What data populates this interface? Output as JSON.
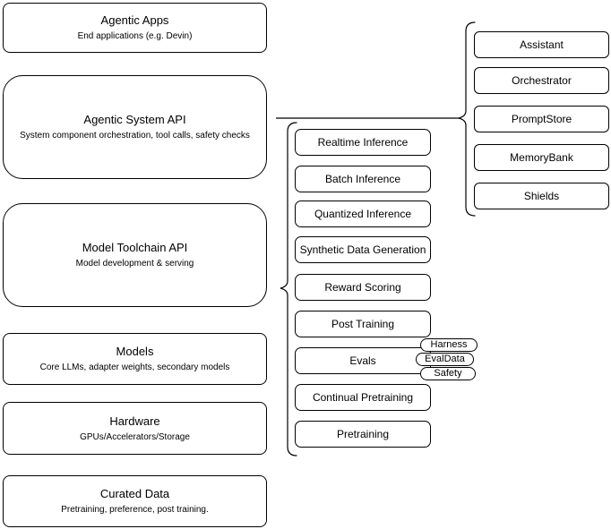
{
  "diagram": {
    "left_stack": [
      {
        "title": "Agentic Apps",
        "subtitle": "End applications (e.g. Devin)"
      },
      {
        "title": "Agentic System API",
        "subtitle": "System component orchestration, tool calls, safety checks"
      },
      {
        "title": "Model Toolchain API",
        "subtitle": "Model development & serving"
      },
      {
        "title": "Models",
        "subtitle": "Core LLMs, adapter weights, secondary models"
      },
      {
        "title": "Hardware",
        "subtitle": "GPUs/Accelerators/Storage"
      },
      {
        "title": "Curated Data",
        "subtitle": "Pretraining, preference, post training."
      }
    ],
    "toolchain_items": [
      "Realtime Inference",
      "Batch Inference",
      "Quantized Inference",
      "Synthetic Data Generation",
      "Reward Scoring",
      "Post Training",
      "Evals",
      "Continual Pretraining",
      "Pretraining"
    ],
    "evals_tags": [
      "Harness",
      "EvalData",
      "Safety"
    ],
    "system_components": [
      "Assistant",
      "Orchestrator",
      "PromptStore",
      "MemoryBank",
      "Shields"
    ],
    "colors": {
      "stroke": "#000000",
      "fill": "#ffffff"
    }
  }
}
